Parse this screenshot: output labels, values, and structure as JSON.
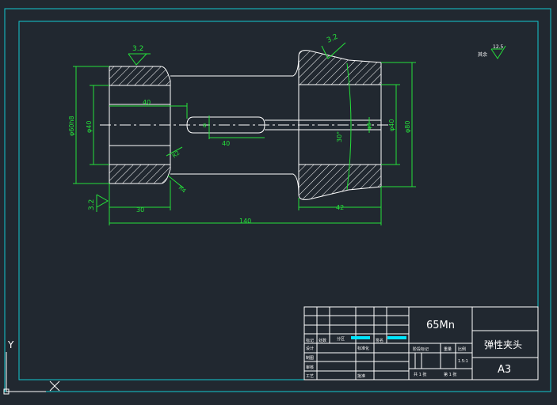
{
  "colors": {
    "background": "#212830",
    "frame": "#14c8d0",
    "part_outline": "#ffffff",
    "dimension": "#25e13a",
    "title_text": "#ffffff",
    "title_highlight": "#00e5ff"
  },
  "drawing": {
    "roughness_top_left": "3.2",
    "roughness_top_right": "3.2",
    "roughness_bottom_left": "3.2",
    "roughness_rest_value": "12.5",
    "roughness_rest_label": "其余",
    "dim_slot_depth": "40",
    "dim_slot_length": "40",
    "dim_slot_width": "8",
    "dim_bore_dia": "φ40",
    "dim_outer_dia": "φ60h8",
    "dim_outer_dia_right": "φ80",
    "dim_bore_dia_right": "φ40",
    "dim_small_bore": "φ5",
    "dim_angle": "30°",
    "dim_radius_upper": "R2",
    "dim_radius_lower": "R4",
    "dim_length_left": "30",
    "dim_length_right": "42",
    "dim_length_total": "140"
  },
  "axis_indicator": {
    "y_label": "Y",
    "x_label": "X"
  },
  "title_block": {
    "material": "65Mn",
    "part_name": "弹性夹头",
    "sheet_size": "A3",
    "row_marks": [
      "标记",
      "处数",
      "分区",
      "签名"
    ],
    "row_design": [
      "设计",
      "标准化"
    ],
    "row_draw": "制图",
    "row_check": "审核",
    "row_process": "工艺",
    "approve": "批准",
    "stage_mark": "阶段标记",
    "weight": "重量",
    "scale": "比例",
    "scale_value": "1.5:1",
    "total_sheets": "共 1 张",
    "sheet_no": "第 1 张"
  }
}
